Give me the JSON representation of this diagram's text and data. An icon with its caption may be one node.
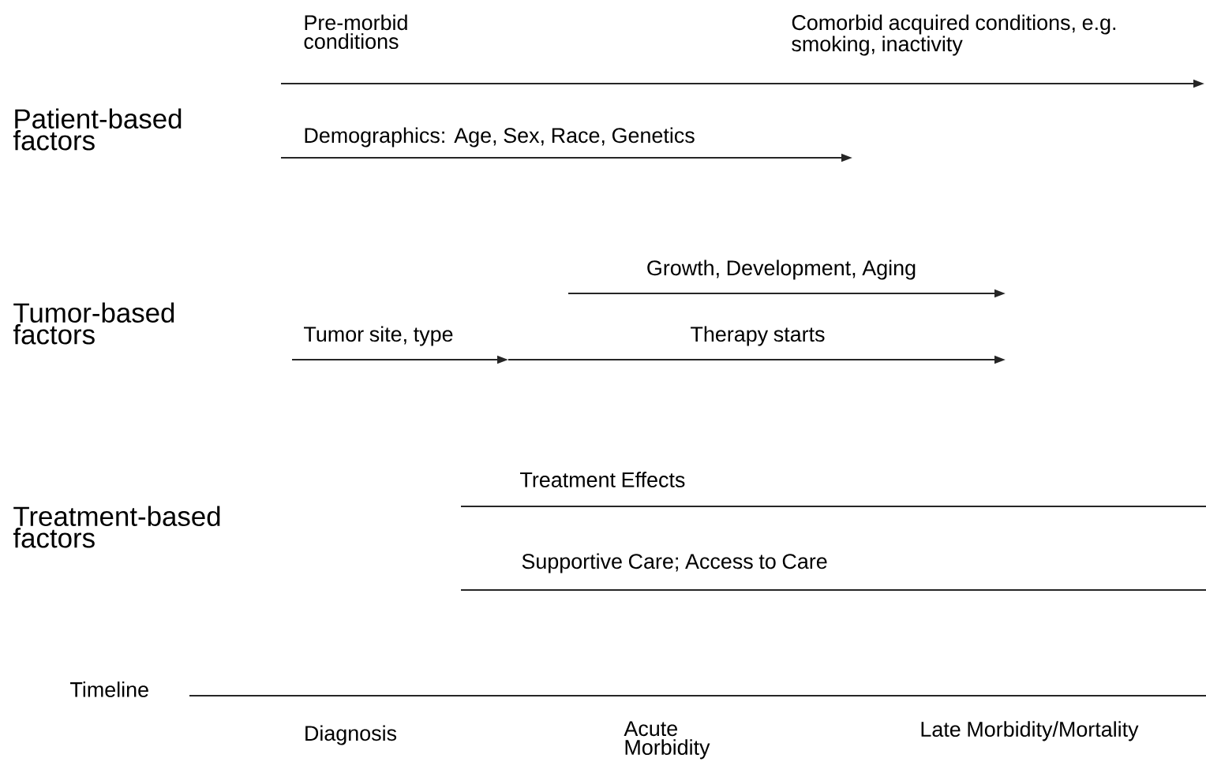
{
  "diagram": {
    "labels": [
      "Pre-morbid conditions",
      "Comorbid acquired conditions, e.g. smoking, inactivity",
      "Patient-based factors",
      "Demographics: Age, Sex, Race, Genetics",
      "Growth, Development, Aging",
      "Tumor-based factors",
      "Tumor site, type",
      "Therapy starts",
      "Treatment Effects",
      "Treatment-based factors",
      "Supportive Care; Access to Care",
      "Timeline",
      "Diagnosis",
      "Acute Morbidity",
      "Late Morbidity/Mortality"
    ]
  }
}
